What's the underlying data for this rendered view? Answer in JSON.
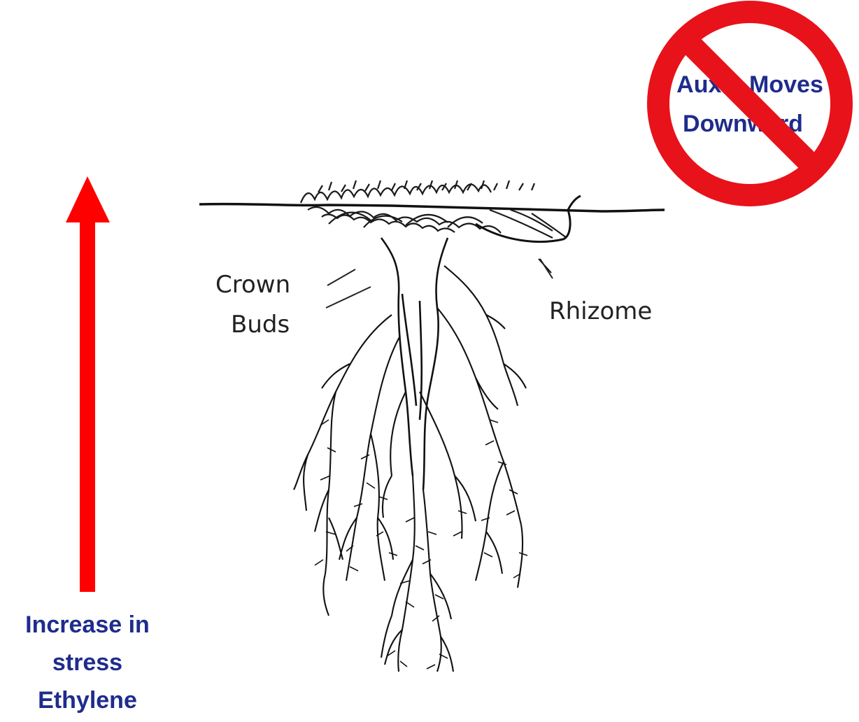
{
  "stress_label": {
    "line1": "Increase in",
    "line2": "stress",
    "line3": "Ethylene"
  },
  "root_diagram": {
    "crown_label_line1": "Crown",
    "crown_label_line2": "Buds",
    "rhizome_label": "Rhizome"
  },
  "prohibition_sign": {
    "line1": "Auxin Moves",
    "line2": "Downward"
  },
  "colors": {
    "arrow": "#ff0000",
    "label_text": "#1f2c8c",
    "prohibition_ring": "#e8121a"
  },
  "icons": {
    "arrow": "up-arrow-icon",
    "prohibition": "no-symbol-icon"
  }
}
